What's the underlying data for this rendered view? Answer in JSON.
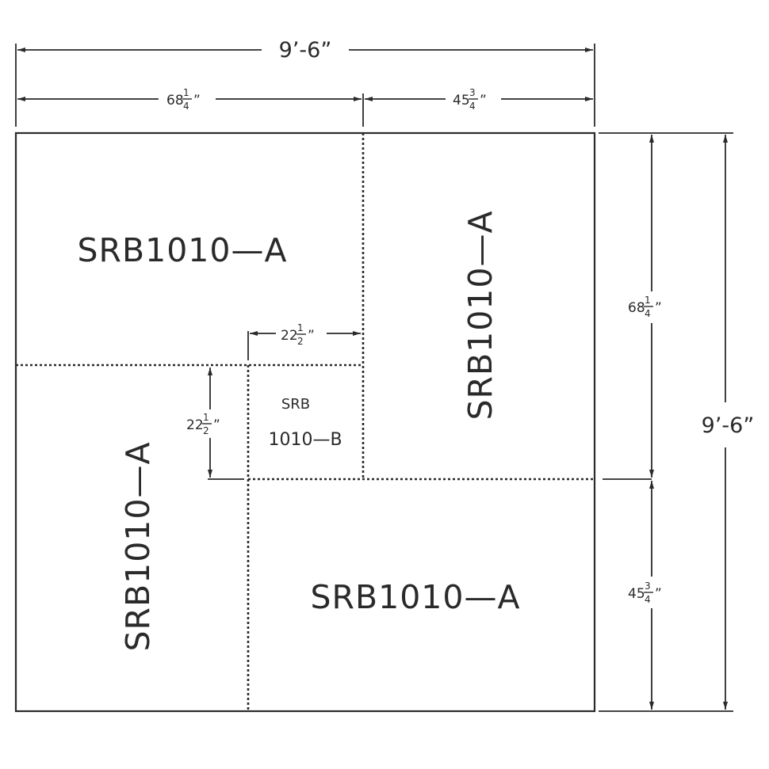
{
  "diagram": {
    "overall_width": "9’-6”",
    "overall_height": "9’-6”",
    "top_left_width": {
      "whole": "68",
      "num": "1",
      "den": "4",
      "unit": "”"
    },
    "top_right_width": {
      "whole": "45",
      "num": "3",
      "den": "4",
      "unit": "”"
    },
    "right_upper_height": {
      "whole": "68",
      "num": "1",
      "den": "4",
      "unit": "”"
    },
    "right_lower_height": {
      "whole": "45",
      "num": "3",
      "den": "4",
      "unit": "”"
    },
    "center_width": {
      "whole": "22",
      "num": "1",
      "den": "2",
      "unit": "”"
    },
    "center_height": {
      "whole": "22",
      "num": "1",
      "den": "2",
      "unit": "”"
    },
    "tiles": {
      "top_left": "SRB1010—A",
      "top_right": "SRB1010—A",
      "bottom_left": "SRB1010—A",
      "bottom_right": "SRB1010—A",
      "center_line1": "SRB",
      "center_line2": "1010—B"
    }
  }
}
